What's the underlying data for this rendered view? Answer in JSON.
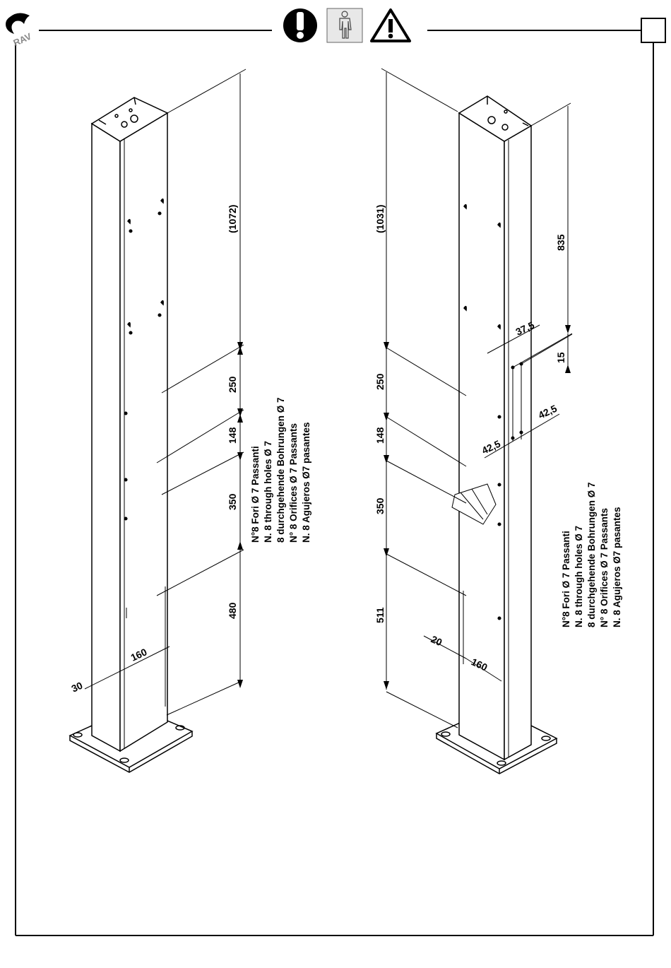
{
  "header": {
    "brand_logo_text": "RAV",
    "icons": [
      "mandatory-action-icon",
      "operator-icon",
      "warning-triangle-icon"
    ],
    "page_box": ""
  },
  "left_column": {
    "dim_total": "(1072)",
    "dim_250": "250",
    "dim_148": "148",
    "dim_350": "350",
    "dim_480": "480",
    "dim_160": "160",
    "dim_30": "30",
    "notes": [
      "N°8 Fori  Ø 7 Passanti",
      "N. 8 through holes Ø 7",
      "8 durchgehende Bohrungen Ø 7",
      "N° 8 Orifices  Ø 7 Passants",
      "N. 8 Agujeros Ø7 pasantes"
    ]
  },
  "right_column": {
    "dim_total": "(1031)",
    "dim_835": "835",
    "dim_37_5": "37,5",
    "dim_15": "15",
    "dim_42_5_right": "42,5",
    "dim_42_5_left": "42,5",
    "dim_250": "250",
    "dim_148": "148",
    "dim_350": "350",
    "dim_511": "511",
    "dim_20": "20",
    "dim_160": "160",
    "notes": [
      "N°8 Fori  Ø 7 Passanti",
      "N. 8 through holes Ø 7",
      "8 durchgehende Bohrungen Ø 7",
      "N° 8 Orifices  Ø 7 Passants",
      "N. 8 Agujeros Ø7 pasantes"
    ]
  }
}
